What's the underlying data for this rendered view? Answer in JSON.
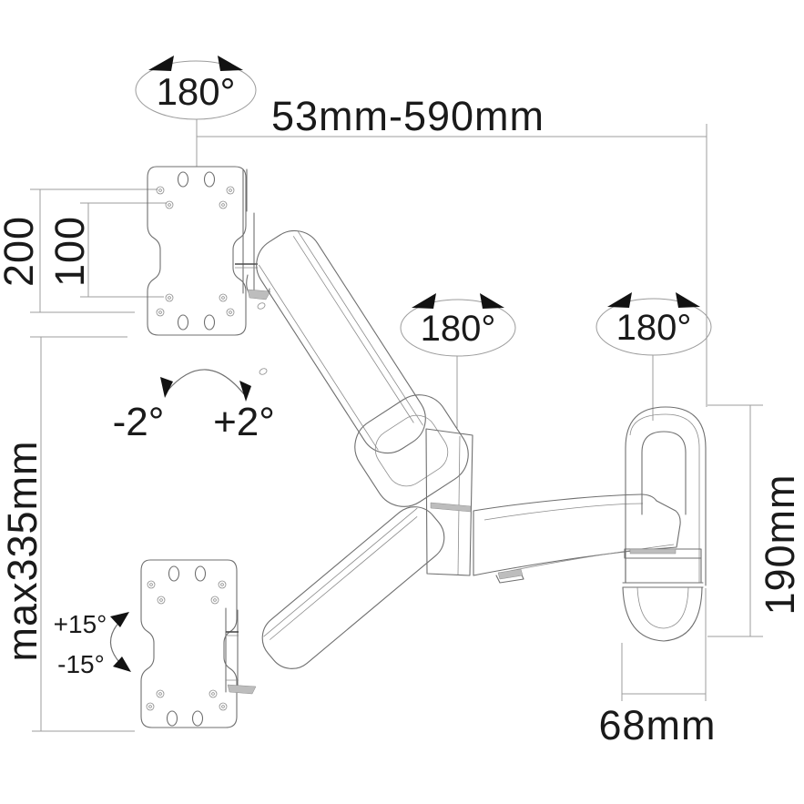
{
  "diagram": {
    "title_hint": "wall-mount monitor arm dimension drawing",
    "background_color": "#ffffff",
    "line_color": "#6f6f6f",
    "dimension_line_color": "#9c9c9c",
    "text_color": "#1a1a1a",
    "labels": {
      "swivel_top_plate": "180°",
      "swivel_mid_joint": "180°",
      "swivel_wall_joint": "180°",
      "extension_range": "53mm-590mm",
      "vesa_spacing_outer": "200",
      "vesa_spacing_inner": "100",
      "vertical_travel": "max335mm",
      "level_adjust_minus": "-2°",
      "level_adjust_plus": "+2°",
      "tilt_up": "+15°",
      "tilt_down": "-15°",
      "wall_plate_height": "190mm",
      "wall_plate_width": "68mm"
    }
  }
}
